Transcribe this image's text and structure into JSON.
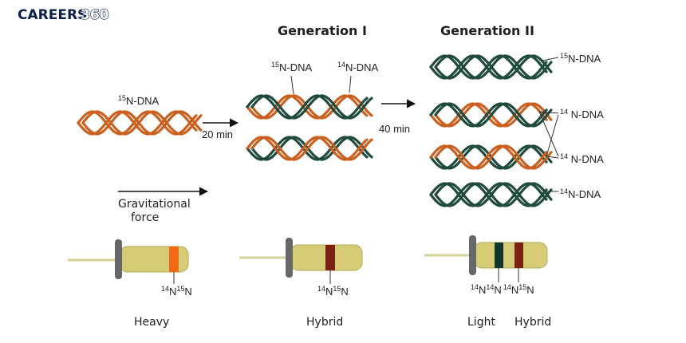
{
  "logo": {
    "word": "CAREERS",
    "number": "360"
  },
  "generations": {
    "first": "Generation I",
    "second": "Generation II"
  },
  "parent": {
    "sup": "15",
    "label": "N-DNA"
  },
  "gen1": {
    "left": {
      "sup": "15",
      "label": "N-DNA"
    },
    "right": {
      "sup": "14",
      "label": "N-DNA"
    }
  },
  "gen2": {
    "top": {
      "sup": "15",
      "label": "N-DNA"
    },
    "hybrid_a": {
      "sup": "14",
      "label": " N-DNA"
    },
    "hybrid_b": {
      "sup": "14",
      "label": " N-DNA"
    },
    "bottom": {
      "sup": "14",
      "label": "N-DNA"
    }
  },
  "arrows": {
    "first_time": "20 min",
    "second_time": "40 min"
  },
  "gravity": {
    "line1": "Gravitational",
    "line2": "force"
  },
  "tube_labels": {
    "heavy": {
      "sup1": "14",
      "n1": "N",
      "sup2": "15",
      "n2": "N"
    },
    "hybrid": {
      "sup1": "14",
      "n1": "N",
      "sup2": "15",
      "n2": "N"
    },
    "mixed": {
      "sup1": "14",
      "n1": "N",
      "sup2": "14",
      "n2": "N",
      "sup3": "14",
      "n3": "N",
      "sup4": "15",
      "n4": "N"
    }
  },
  "captions": {
    "heavy": "Heavy",
    "hybrid": "Hybrid",
    "light": "Light",
    "light_hybrid": "Hybrid"
  },
  "colors": {
    "n15_strand": "#c9601f",
    "n14_strand": "#1f4a3e",
    "tube_fill": "#d6cc78",
    "tube_stroke": "#b3a956",
    "cap": "#676767",
    "needle": "#d8d29a",
    "heavy_band": "#f06a16",
    "hybrid_band": "#7c2113",
    "light_band": "#14352a"
  }
}
